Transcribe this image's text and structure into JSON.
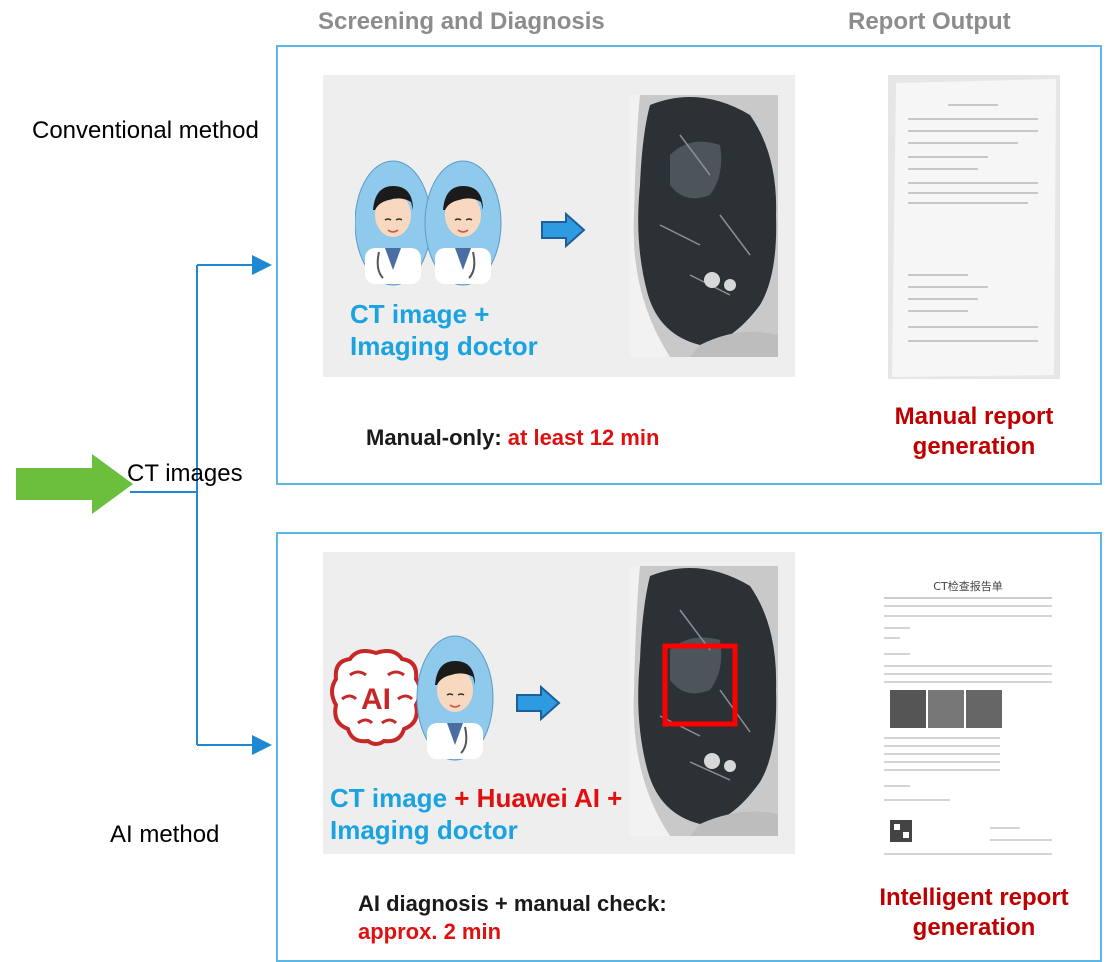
{
  "headers": {
    "screening": "Screening and Diagnosis",
    "report": "Report Output"
  },
  "labels": {
    "conventional": "Conventional method",
    "ct_images": "CT images",
    "ai_method": "AI method"
  },
  "conventional": {
    "inputs_line1": "CT image +",
    "inputs_line2": "Imaging doctor",
    "time_label": "Manual-only: ",
    "time_value": "at least 12 min",
    "report_line1": "Manual report",
    "report_line2": "generation"
  },
  "ai": {
    "inputs_ct": "CT image",
    "inputs_ai": " + Huawei AI +",
    "inputs_line2": "Imaging doctor",
    "time_label": "AI diagnosis + manual check:",
    "time_value": "approx. 2 min",
    "report_line1": "Intelligent report",
    "report_line2": "generation",
    "report_title": "CT检查报告单",
    "brain_text": "AI"
  },
  "icons": [
    "doctor-avatar-icon",
    "right-arrow-icon",
    "ai-brain-icon",
    "big-green-arrow-icon"
  ],
  "colors": {
    "panel_border": "#5bb8e6",
    "flow_line": "#1e88d0",
    "green_arrow": "#6cbf3c",
    "highlight_box": "#ff0000",
    "dark_red": "#c00000"
  }
}
